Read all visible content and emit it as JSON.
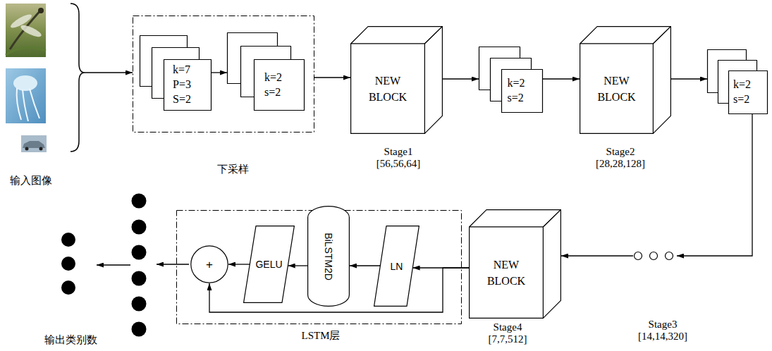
{
  "diagram": {
    "nodes": [
      {
        "text": [
          "输入图像"
        ]
      },
      {
        "text": [
          "下采样"
        ]
      },
      {
        "text": [
          "k=7 P=3 S=2"
        ],
        "in": 1
      },
      {
        "text": [
          "k=2 s=2"
        ],
        "in": 1
      },
      {
        "text": [
          "NEW BLOCK",
          "Stage1 [56,56,64]"
        ]
      },
      {
        "text": [
          "k=2 s=2"
        ]
      },
      {
        "text": [
          "NEW BLOCK",
          "Stage2 [28,28,128]"
        ]
      },
      {
        "text": [
          "k=2 s=2"
        ]
      },
      {
        "text": [
          "Stage3 [14,14,320]"
        ]
      },
      {
        "text": [
          "NEW BLOCK",
          "Stage4 [7,7,512]"
        ]
      },
      {
        "text": [
          "LSTM层"
        ]
      },
      {
        "text": [
          "LN"
        ],
        "in": 10
      },
      {
        "text": [
          "BiLSTM2D"
        ],
        "in": 10
      },
      {
        "text": [
          "GELU"
        ],
        "in": 10
      },
      {
        "text": [
          "+"
        ],
        "in": 10
      }
    ],
    "edges": [
      {
        "from": 0,
        "to": 1,
        "arrow": "to"
      },
      {
        "from": 2,
        "to": 3,
        "arrow": "to"
      },
      {
        "from": 1,
        "to": 4,
        "arrow": "to"
      },
      {
        "from": 4,
        "to": 5,
        "arrow": "to"
      },
      {
        "from": 5,
        "to": 6,
        "arrow": "to"
      },
      {
        "from": 6,
        "to": 7,
        "arrow": "to"
      },
      {
        "from": 7,
        "to": 8,
        "arrow": "to"
      },
      {
        "from": 8,
        "to": 9,
        "arrow": "to"
      },
      {
        "from": 9,
        "to": 11,
        "arrow": "to"
      },
      {
        "from": 9,
        "to": 14,
        "arrow": "to"
      },
      {
        "from": 11,
        "to": 12,
        "arrow": "to"
      },
      {
        "from": 12,
        "to": 13,
        "arrow": "to"
      },
      {
        "from": 13,
        "to": 14,
        "arrow": "to"
      }
    ],
    "labels": [
      "输出类别数"
    ]
  }
}
